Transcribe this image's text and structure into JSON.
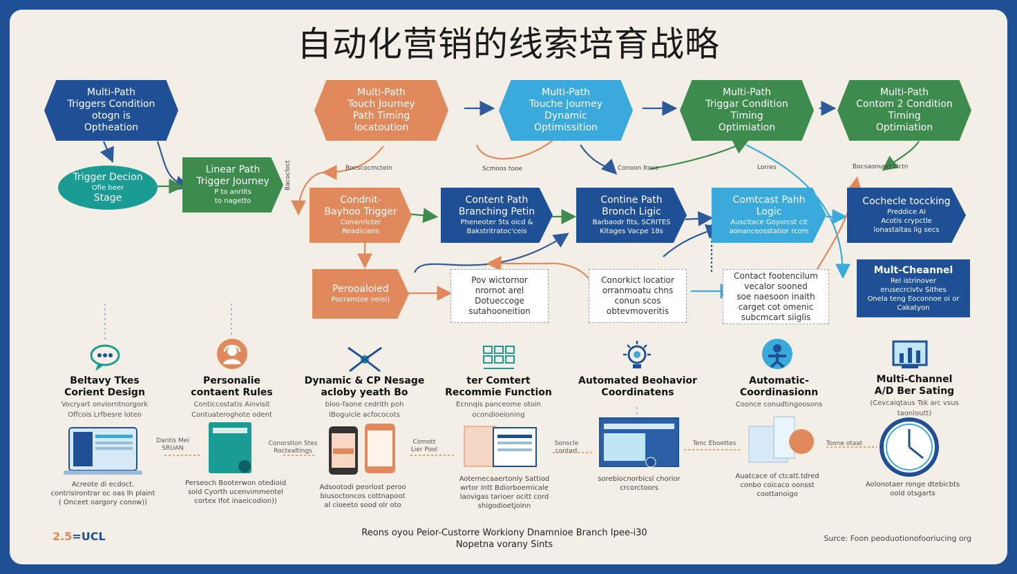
{
  "title": "自动化营销的线索培育战略",
  "nodes": {
    "n1": [
      "Multi-Path",
      "Triggers Condition",
      "otogn is",
      "Optheation"
    ],
    "n2": [
      "Multi-Path",
      "Touch Journey",
      "Path Timing",
      "locatoution"
    ],
    "n3": [
      "Multi-Path",
      "Touche Journey",
      "Dynamic",
      "Optimissition"
    ],
    "n4": [
      "Multi-Path",
      "Triggar Condition",
      "Timing",
      "Optimiation"
    ],
    "n5": [
      "Multi-Path",
      "Contom 2 Condition",
      "Timing",
      "Optimiation"
    ],
    "trigger": [
      "Trigger Decion",
      "Ofie beer",
      "Stage"
    ],
    "linear": [
      "Linear Path",
      "Trigger Journey",
      "P  to anrilts",
      "to nagetto"
    ],
    "branch": [
      "Condnit-",
      "Bayhoo Trigger",
      "Conanricter",
      "Readicians"
    ],
    "cpath": [
      "Content Path",
      "Branching Petin",
      "Pheneoter 5ts oicd &",
      "Bakstritratoc'ceis"
    ],
    "cpath2": [
      "Contine Path",
      "Bronch Ligic",
      "Barbaodr fits, SCRITES",
      "Kitages Vacpe 18s"
    ],
    "ccast": [
      "Comtcast Pahh",
      "Logic",
      "Auscitace Goyorcst cit",
      "aonanceosstatior rcom"
    ],
    "cocheo": [
      "Cochecle toccking",
      "Preddice  AI",
      "Acotis crypctle",
      "lonastaltas lig secs"
    ],
    "multich": [
      "Mult-Cheannel",
      "Rel istrinover",
      "erusecrcivtv Sithes",
      "Onela teng Eoconnoe oi or",
      "Cakatyon"
    ],
    "perso": [
      "Perooaloied",
      "Pocramtoe oelei)"
    ],
    "w1": [
      "Pov wictornor",
      "nrornot arel",
      "Dotueccoge",
      "sutahooneition"
    ],
    "w2": [
      "Conorkict  locatior",
      "orranmoatu chns",
      "conun scos",
      "obtevmoveritis"
    ],
    "w3": [
      "Contact footencilum",
      "vecalor sooned",
      "soe naesoon inaith",
      "carget cot omenic",
      "subcmcart siiglis"
    ]
  },
  "labels": {
    "l1": "Bocscocmctein",
    "l2": "Scmoos tooe",
    "l3": "Conoon Itoce",
    "l4": "Lorres",
    "l5": "Bocsaonuorr Dctn",
    "lv": "Bacocloct"
  },
  "features": [
    {
      "title": [
        "Beltavy Tkes",
        "Corient Design"
      ],
      "sub": [
        "Vocryart onviorntnorgork",
        "Offcois Lrfbesre loteo"
      ]
    },
    {
      "title": [
        "Personalie",
        "contaent Rules"
      ],
      "sub": [
        "Conticcostatis Ainvisit",
        "Contuateroghote odent"
      ]
    },
    {
      "title": [
        "Dynamic & CP Nesage",
        "acloby yeath  Bo"
      ],
      "sub": [
        "bloo-faone cedrith poh",
        "IBoguicle acfococots"
      ]
    },
    {
      "title": [
        "ter Comtert",
        "Recommie Function"
      ],
      "sub": [
        "Ecnnqis panceome otoin",
        "ocondioeioning"
      ]
    },
    {
      "title": [
        "Automated Beohavior",
        "Coordinatens"
      ],
      "sub": []
    },
    {
      "title": [
        "Automatic-",
        "Coordinasionn"
      ],
      "sub": [
        "Coonce conudtingoosons"
      ]
    },
    {
      "title": [
        "Multi-Channel",
        "A/D Ber Sating"
      ],
      "sub": [
        "(Cevcaiqtaus Tsk arc vsus",
        "taonloutt)"
      ]
    }
  ],
  "mini": {
    "m1": [
      "Dantis Mei",
      "SRUAN"
    ],
    "m2": [
      "Conorstion Stes",
      "Roctealtings"
    ],
    "m3": [
      "Comott",
      "Lier Pool"
    ],
    "m4": [
      "Sonscle",
      "contart"
    ],
    "m5": "Tenc Eboettes",
    "m6": "Toone otaat"
  },
  "captions": {
    "c1": [
      "Acreote di ecdoct.",
      "contrisirontrar oc oas Ih plaint",
      "( Onceet oargory conow))"
    ],
    "c2": [
      "Perseoch Booterwon otedioid",
      "sold Cyorth ucenvimmentel",
      "cortex Ifot inaeicodion))"
    ],
    "c3": [
      "Adsootodi peorlost peroo",
      "biusoctoncos cottnapoot",
      "al cioeeto sood olr oto"
    ],
    "c4": [
      "Aotemecaaertonly Sattiod",
      "wrtor Intt Bdiorboemicale",
      "laovigas tarioer ocitt cord",
      "shigodioetjoinn"
    ],
    "c5": [
      "sorebiocnorbicsl chorior",
      "crcorctoors"
    ],
    "c6": [
      "Auatcace of ctcatt.tdred",
      "conbo coicaco oonsst",
      "coottanoigo"
    ],
    "c7": [
      "Aolonotaer ronge dtebicbts",
      "oold otsgarts"
    ]
  },
  "footer": {
    "center1": "Reons oyou Peior-Custorre Workiony Dnamnioe Branch Ipee-i30",
    "center2": "Nopetna vorany Sints",
    "right": "Surce:  Foon peoduotionofooriucing org",
    "logo_a": "2.5",
    "logo_b": "=UCL"
  },
  "colors": {
    "navy": "#1f4f95",
    "orange": "#e0895c",
    "sky": "#3aaadc",
    "green": "#3e8b4e",
    "teal": "#1a9c94"
  }
}
